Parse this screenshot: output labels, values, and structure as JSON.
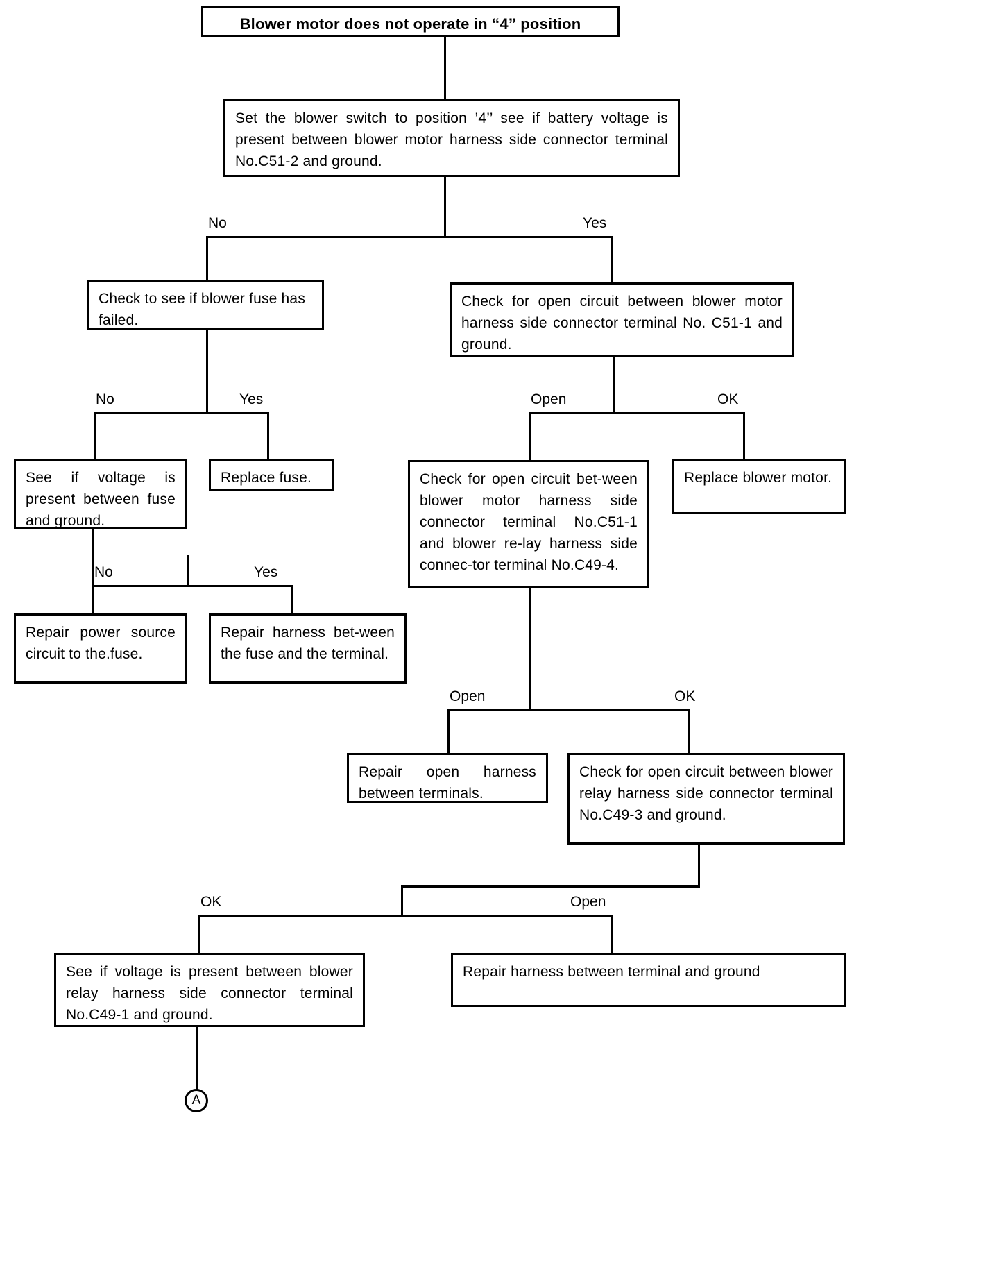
{
  "diagram": {
    "title": "Blower motor does not operate in “4” position",
    "terminator": "A",
    "nodes": {
      "n1_title": "Blower motor does not operate in “4” position",
      "n2_check_voltage_c51_2": "Set the blower switch to position ’4’’ see if battery voltage is present between blower motor harness side connector terminal No.C51-2 and ground.",
      "n3_check_fuse": "Check to see if blower fuse has failed.",
      "n4_check_open_c51_1_ground": "Check for open circuit between blower motor harness side connector terminal No. C51-1 and ground.",
      "n5_see_voltage_fuse_ground": "See if voltage is present between fuse and ground.",
      "n6_replace_fuse": "Replace fuse.",
      "n7_check_open_c51_1_c49_4": "Check for open circuit bet-ween blower motor harness side connector terminal No.C51-1 and blower re-lay harness side connec-tor terminal No.C49-4.",
      "n8_replace_blower_motor": "Replace blower motor.",
      "n9_repair_power_source": "Repair power source circuit to the.fuse.",
      "n10_repair_harness_fuse_terminal": "Repair harness bet-ween the fuse and the terminal.",
      "n11_repair_open_harness": "Repair open harness between terminals.",
      "n12_check_open_c49_3_ground": "Check for open circuit between blower relay harness side connector terminal No.C49-3 and ground.",
      "n13_see_voltage_c49_1": "See if voltage is present between blower relay harness side connector terminal No.C49-1  and ground.",
      "n14_repair_harness_terminal_ground": "Repair harness between terminal and ground"
    },
    "labels": {
      "l1_no": "No",
      "l1_yes": "Yes",
      "l2_no": "No",
      "l2_yes": "Yes",
      "l3_open": "Open",
      "l3_ok": "OK",
      "l4_no": "No",
      "l4_yes": "Yes",
      "l5_open": "Open",
      "l5_ok": "OK",
      "l6_ok": "OK",
      "l6_open": "Open"
    },
    "colors": {
      "line": "#000000",
      "background": "#ffffff",
      "text": "#000000"
    }
  }
}
